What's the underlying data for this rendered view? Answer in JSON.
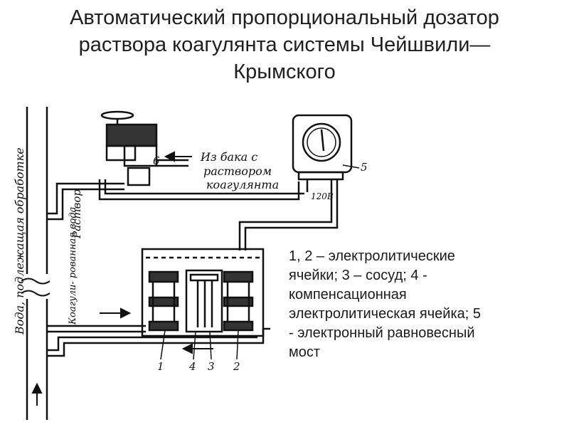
{
  "title": {
    "line1": "Автоматический пропорциональный дозатор",
    "line2": "раствора коагулянта системы Чейшвили—",
    "line3": "Крымского"
  },
  "labels": {
    "pipe_left": "Вода, подлежащая обработке",
    "solution": "Раствор",
    "coagulated_water": "Коагули- рованная вода",
    "from_tank_1": "Из бака с",
    "from_tank_2": "раствором",
    "from_tank_3": "коагулянта",
    "voltage": "120В",
    "n1": "1",
    "n2": "2",
    "n3": "3",
    "n4": "4",
    "n5": "5",
    "n6": "6"
  },
  "legend": {
    "line1": "1, 2 – электролитические",
    "line2": "ячейки; 3 – сосуд; 4 -",
    "line3": "компенсационная",
    "line4": "электролитическая ячейка; 5",
    "line5": "- электронный равновесный",
    "line6": "мост"
  }
}
